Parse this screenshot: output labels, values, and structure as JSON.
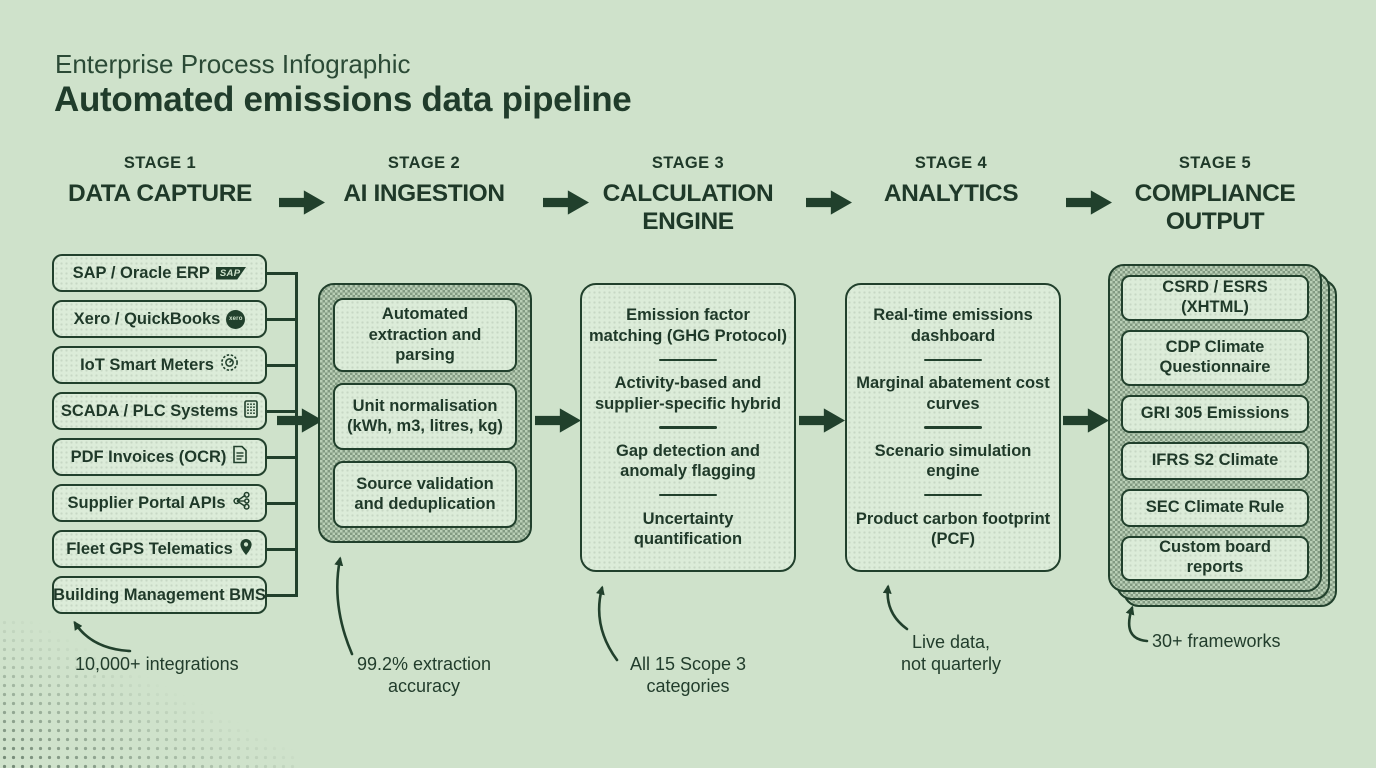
{
  "page": {
    "eyebrow": "Enterprise Process Infographic",
    "title": "Automated emissions data pipeline"
  },
  "colors": {
    "background": "#cfe2cb",
    "ink": "#21402c",
    "box_fill": "#dcecd9",
    "panel_checker_fill": "#a9c1a5"
  },
  "icons": {
    "sap_text": "SAP",
    "xero_text": "xero"
  },
  "stages": [
    {
      "label": "STAGE 1",
      "name": "DATA CAPTURE",
      "sources": [
        {
          "label": "SAP / Oracle ERP",
          "icon": "sap-logo"
        },
        {
          "label": "Xero / QuickBooks",
          "icon": "xero-logo"
        },
        {
          "label": "IoT Smart Meters",
          "icon": "smart-meter-gauge"
        },
        {
          "label": "SCADA / PLC Systems",
          "icon": "plc-keypad"
        },
        {
          "label": "PDF Invoices (OCR)",
          "icon": "invoice-document"
        },
        {
          "label": "Supplier Portal APIs",
          "icon": "api-nodes"
        },
        {
          "label": "Fleet GPS Telematics",
          "icon": "location-pin"
        },
        {
          "label": "Building Management BMS",
          "icon": "none"
        }
      ],
      "annotation": "10,000+ integrations"
    },
    {
      "label": "STAGE 2",
      "name": "AI INGESTION",
      "steps": [
        "Automated extraction and parsing",
        "Unit normalisation (kWh, m3, litres, kg)",
        "Source validation and deduplication"
      ],
      "annotation": "99.2% extraction\naccuracy"
    },
    {
      "label": "STAGE 3",
      "name": "CALCULATION ENGINE",
      "functions": [
        "Emission factor matching (GHG Protocol)",
        "Activity-based and supplier-specific hybrid",
        "Gap detection and anomaly flagging",
        "Uncertainty quantification"
      ],
      "annotation": "All 15 Scope 3\ncategories"
    },
    {
      "label": "STAGE 4",
      "name": "ANALYTICS",
      "functions": [
        "Real-time emissions dashboard",
        "Marginal abatement cost curves",
        "Scenario simulation engine",
        "Product carbon footprint (PCF)"
      ],
      "annotation": "Live data,\nnot quarterly"
    },
    {
      "label": "STAGE 5",
      "name": "COMPLIANCE OUTPUT",
      "outputs": [
        "CSRD / ESRS (XHTML)",
        "CDP Climate Questionnaire",
        "GRI 305 Emissions",
        "IFRS S2 Climate",
        "SEC Climate Rule",
        "Custom board reports"
      ],
      "annotation": "30+ frameworks"
    }
  ]
}
